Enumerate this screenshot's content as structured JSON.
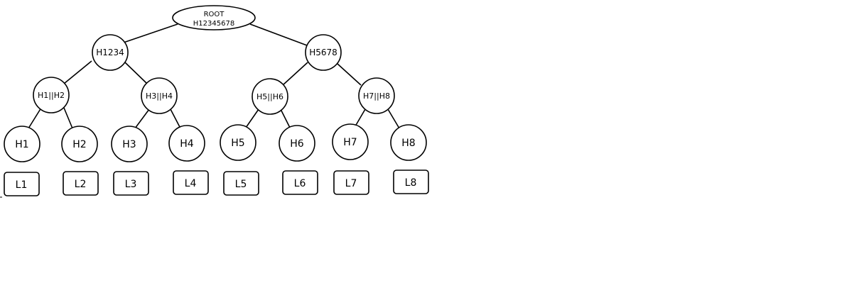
{
  "tree": {
    "root": {
      "line1": "ROOT",
      "line2": "H12345678"
    },
    "level1": [
      "H1234",
      "H5678"
    ],
    "level2": [
      "H1||H2",
      "H3||H4",
      "H5||H6",
      "H7||H8"
    ],
    "hashes": [
      "H1",
      "H2",
      "H3",
      "H4",
      "H5",
      "H6",
      "H7",
      "H8"
    ],
    "leaves": [
      "L1",
      "L2",
      "L3",
      "L4",
      "L5",
      "L6",
      "L7",
      "L8"
    ]
  }
}
